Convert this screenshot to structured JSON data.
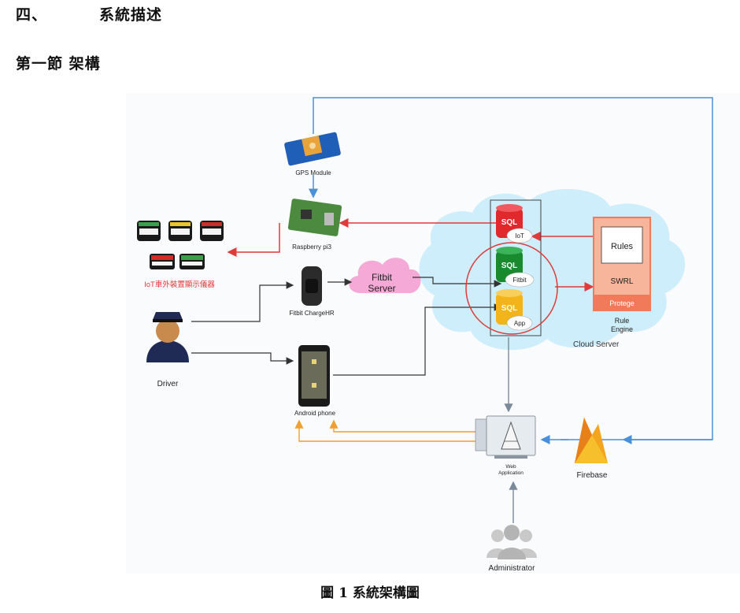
{
  "section_heading": {
    "number": "四、",
    "text": "系統描述"
  },
  "subsection_heading": "第一節 架構",
  "diagram": {
    "labels": {
      "gps_module": "GPS Module",
      "raspberry_pi": "Raspberry pi3",
      "iot_display": "IoT車外裝置顯示儀器",
      "fitbit_charge": "Fitbit ChargeHR",
      "fitbit_server_line1": "Fitbit",
      "fitbit_server_line2": "Server",
      "driver": "Driver",
      "android_phone": "Android phone",
      "sql_1": "SQL",
      "sql_2": "SQL",
      "sql_3": "SQL",
      "db_iot": "IoT",
      "db_fitbit": "Fitbit",
      "db_app": "App",
      "rules": "Rules",
      "swrl": "SWRL",
      "protege": "Protege",
      "rule_engine_line1": "Rule",
      "rule_engine_line2": "Engine",
      "cloud_server": "Cloud Server",
      "web_application_line1": "Web",
      "web_application_line2": "Application",
      "firebase": "Firebase",
      "administrator": "Administrator"
    },
    "colors": {
      "blue_arrow": "#4a90d9",
      "red_arrow": "#e03a3a",
      "orange_arrow": "#f0a030",
      "cloud_fill": "#cdeefa",
      "sql_red": "#e0282d",
      "sql_green": "#1a8a2e",
      "sql_yellow": "#f2b418",
      "protege_orange": "#f07a5a",
      "fitbit_pink": "#f5a9d6"
    }
  },
  "caption": "圖 1 系統架構圖"
}
